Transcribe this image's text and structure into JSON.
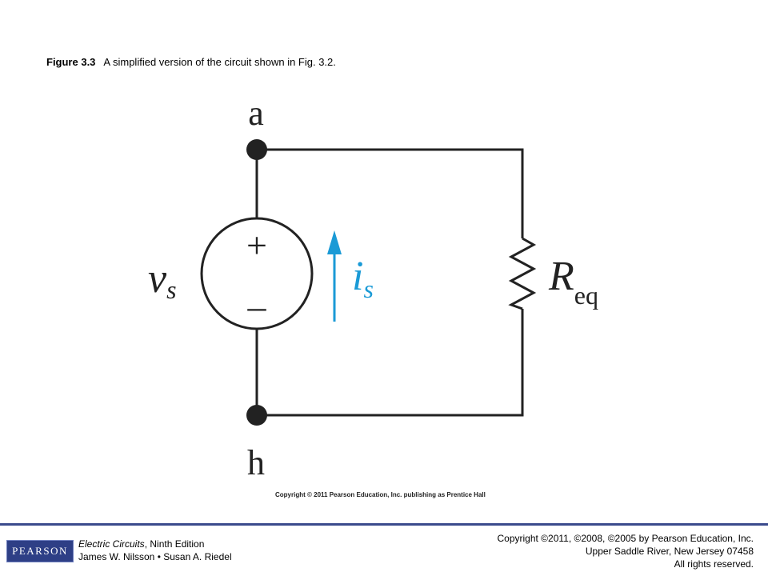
{
  "caption": {
    "figure_number": "Figure 3.3",
    "text": "A simplified version of the circuit shown in Fig. 3.2."
  },
  "diagram": {
    "node_top": "a",
    "node_bottom": "h",
    "source_plus": "+",
    "source_minus": "–",
    "source_label_main": "v",
    "source_label_sub": "s",
    "current_label_main": "i",
    "current_label_sub": "s",
    "resistor_label_main": "R",
    "resistor_label_sub": "eq",
    "current_color": "#1a9ad6",
    "wire_color": "#222222"
  },
  "image_copyright": "Copyright © 2011 Pearson Education, Inc. publishing as Prentice Hall",
  "footer": {
    "logo_text": "PEARSON",
    "book_title": "Electric Circuits",
    "book_edition": ", Ninth Edition",
    "authors": "James W. Nilsson • Susan A. Riedel",
    "rights_line1": "Copyright ©2011, ©2008, ©2005 by Pearson Education, Inc.",
    "rights_line2": "Upper Saddle River, New Jersey 07458",
    "rights_line3": "All rights reserved.",
    "accent_color": "#2e3f86"
  }
}
